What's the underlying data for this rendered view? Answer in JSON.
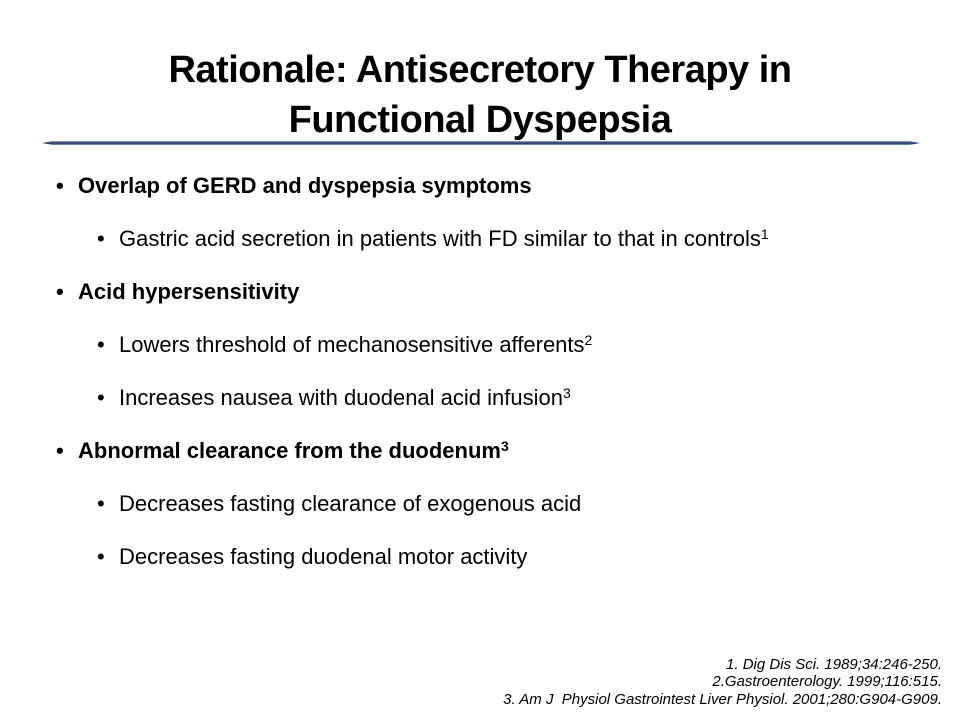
{
  "slide": {
    "title_lines": [
      "Rationale: Antisecretory Therapy in",
      "Functional Dyspepsia"
    ],
    "bullets": [
      {
        "label": "Overlap of GERD and dyspepsia symptoms",
        "sup": "",
        "children": [
          {
            "text": "Gastric acid secretion in patients with FD similar to that in controls",
            "sup": "1"
          }
        ]
      },
      {
        "label": "Acid hypersensitivity",
        "sup": "",
        "children": [
          {
            "text": "Lowers threshold of mechanosensitive afferents",
            "sup": "2"
          },
          {
            "text": "Increases nausea with duodenal acid infusion",
            "sup": "3"
          }
        ]
      },
      {
        "label": "Abnormal clearance from the duodenum",
        "sup": "3",
        "children": [
          {
            "text": "Decreases fasting clearance of exogenous acid",
            "sup": ""
          },
          {
            "text": "Decreases fasting duodenal motor activity",
            "sup": ""
          }
        ]
      }
    ],
    "bullet_glyph": "•",
    "references": [
      "1. Dig Dis Sci. 1989;34:246-250.",
      "2.Gastroenterology. 1999;116:515.",
      "3. Am J  Physiol Gastrointest Liver Physiol. 2001;280:G904-G909."
    ],
    "colors": {
      "background": "#ffffff",
      "text": "#000000",
      "divider_dark": "#1f3864",
      "divider_light": "#9aa9ca"
    }
  }
}
